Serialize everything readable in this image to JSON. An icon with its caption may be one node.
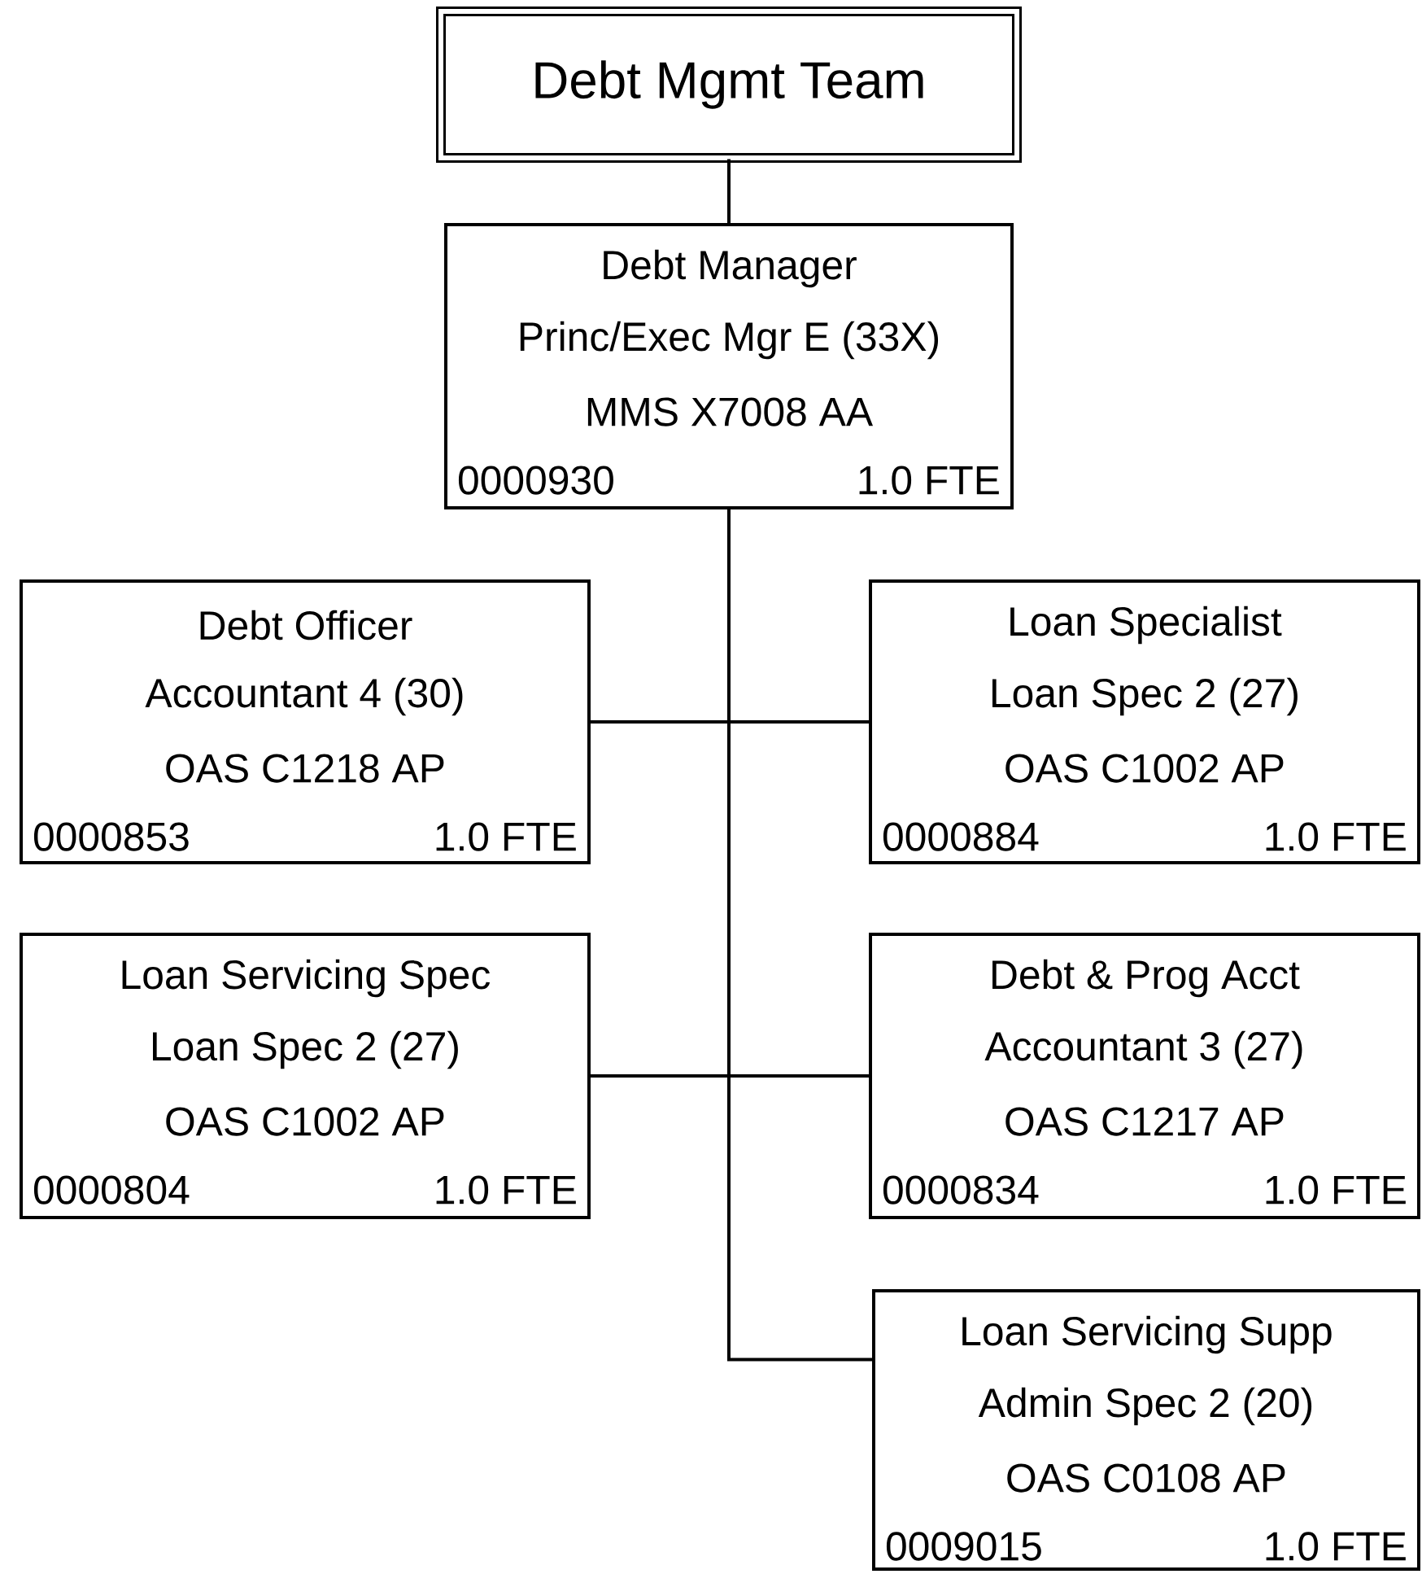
{
  "diagram": {
    "nodes": [
      {
        "text": [
          "Debt Mgmt Team"
        ]
      },
      {
        "text": [
          "Debt Manager",
          "Princ/Exec Mgr E (33X)",
          "MMS X7008 AA",
          "0000930",
          "1.0 FTE"
        ]
      },
      {
        "text": [
          "Debt Officer",
          "Accountant 4 (30)",
          "OAS C1218 AP",
          "0000853",
          "1.0 FTE"
        ]
      },
      {
        "text": [
          "Loan Specialist",
          "Loan Spec 2 (27)",
          "OAS C1002 AP",
          "0000884",
          "1.0 FTE"
        ]
      },
      {
        "text": [
          "Loan Servicing Spec",
          "Loan Spec 2 (27)",
          "OAS C1002 AP",
          "0000804",
          "1.0 FTE"
        ]
      },
      {
        "text": [
          "Debt & Prog Acct",
          "Accountant 3 (27)",
          "OAS C1217 AP",
          "0000834",
          "1.0 FTE"
        ]
      },
      {
        "text": [
          "Loan Servicing Supp",
          "Admin Spec 2 (20)",
          "OAS C0108 AP",
          "0009015",
          "1.0 FTE"
        ]
      }
    ],
    "edges": [
      {
        "from": 0,
        "to": 1,
        "arrow": "none"
      },
      {
        "from": 1,
        "to": 2,
        "arrow": "none"
      },
      {
        "from": 1,
        "to": 3,
        "arrow": "none"
      },
      {
        "from": 1,
        "to": 4,
        "arrow": "none"
      },
      {
        "from": 1,
        "to": 5,
        "arrow": "none"
      },
      {
        "from": 1,
        "to": 6,
        "arrow": "none"
      }
    ]
  }
}
